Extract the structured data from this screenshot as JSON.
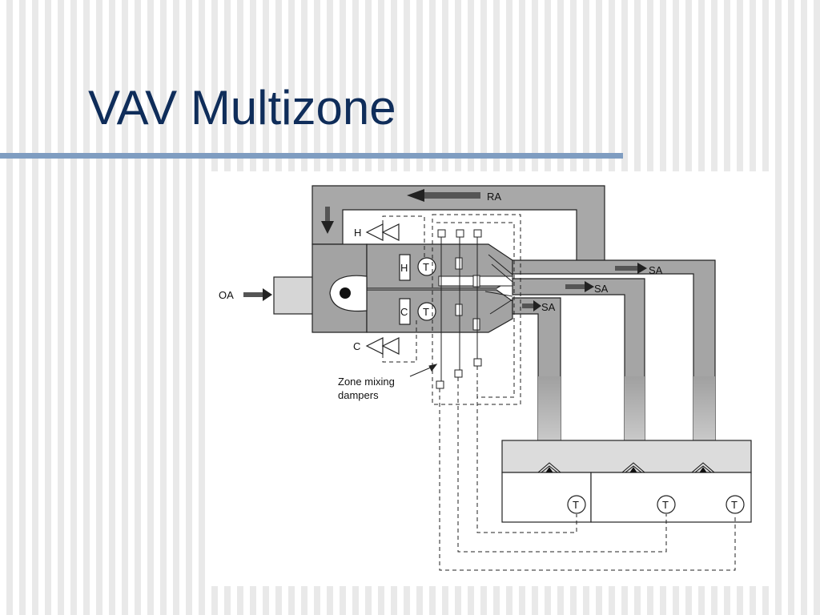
{
  "title": "VAV Multizone",
  "diagram": {
    "labels": {
      "return_air": "RA",
      "outside_air": "OA",
      "supply_air_1": "SA",
      "supply_air_2": "SA",
      "supply_air_3": "SA",
      "heating_valve": "H",
      "cooling_valve": "C",
      "heating_coil": "H",
      "cooling_coil": "C",
      "heating_thermostat": "T",
      "cooling_thermostat": "T",
      "zone_thermostat_1": "T",
      "zone_thermostat_2": "T",
      "zone_thermostat_3": "T",
      "zone_mixing_dampers_line1": "Zone mixing",
      "zone_mixing_dampers_line2": "dampers"
    },
    "colors": {
      "duct": "#a3a3a3",
      "duct_light": "#d2d2d2",
      "line": "#111111",
      "title": "#0f2d5a",
      "rule": "#7f9dc1"
    }
  }
}
